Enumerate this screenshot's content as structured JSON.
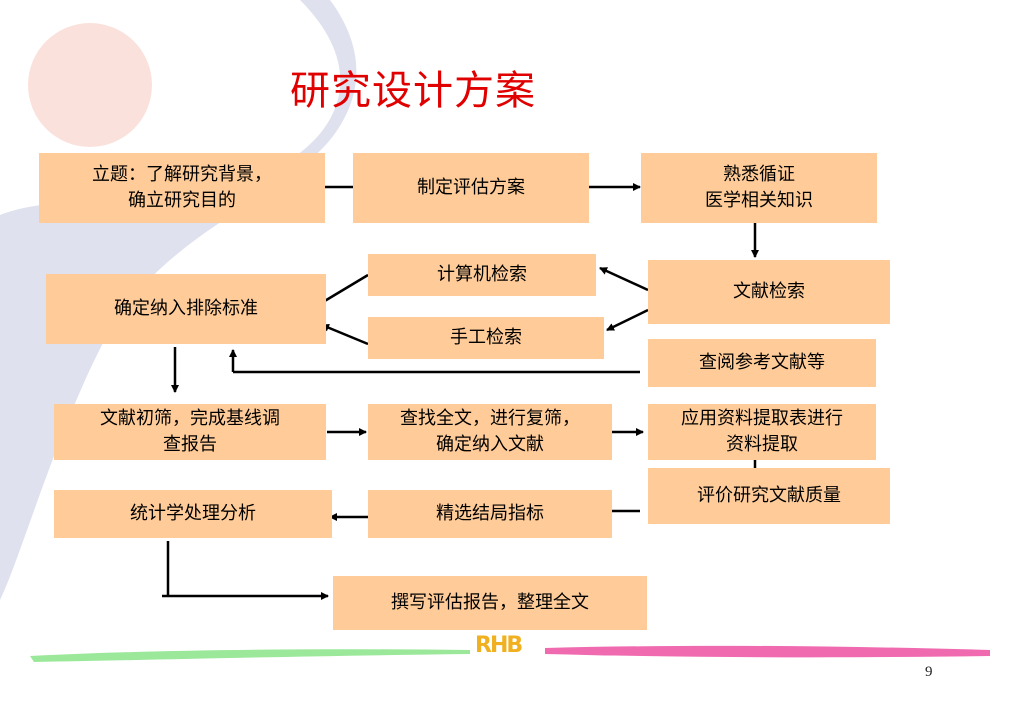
{
  "title": "研究设计方案",
  "boxes": {
    "topic": "立题：了解研究背景，\n确立研究目的",
    "plan": "制定评估方案",
    "familiar": "熟悉循证\n医学相关知识",
    "computer_search": "计算机检索",
    "lit_search": "文献检索",
    "criteria": "确定纳入排除标准",
    "manual_search": "手工检索",
    "references": "查阅参考文献等",
    "screening": "文献初筛，完成基线调\n查报告",
    "fulltext": "查找全文，进行复筛，\n确定纳入文献",
    "extract": "应用资料提取表进行\n资料提取",
    "quality": "评价研究文献质量",
    "stats": "统计学处理分析",
    "indicators": "精选结局指标",
    "report": "撰写评估报告，整理全文"
  },
  "page_number": "9",
  "logo_text": "RHB",
  "colors": {
    "title": "#e00000",
    "box_fill": "#ffcc99",
    "arrow": "#000000"
  }
}
